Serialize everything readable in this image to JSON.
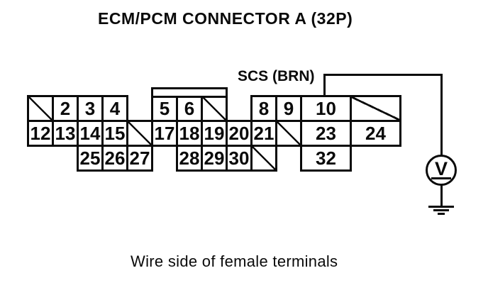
{
  "title": "ECM/PCM CONNECTOR A (32P)",
  "caption": "Wire side of female terminals",
  "wire": {
    "label": "SCS (BRN)",
    "from_pin": "10"
  },
  "meter": {
    "symbol": "V"
  },
  "colors": {
    "line": "#0a0a0a",
    "background": "#ffffff"
  },
  "connector": {
    "cells": [
      {
        "label": "",
        "empty": true,
        "row": 1,
        "col": 1,
        "span": 1
      },
      {
        "label": "2",
        "empty": false,
        "row": 1,
        "col": 2,
        "span": 1
      },
      {
        "label": "3",
        "empty": false,
        "row": 1,
        "col": 3,
        "span": 1
      },
      {
        "label": "4",
        "empty": false,
        "row": 1,
        "col": 4,
        "span": 1
      },
      {
        "label": "5",
        "empty": false,
        "row": 1,
        "col": 6,
        "span": 1
      },
      {
        "label": "6",
        "empty": false,
        "row": 1,
        "col": 7,
        "span": 1
      },
      {
        "label": "",
        "empty": true,
        "row": 1,
        "col": 8,
        "span": 1
      },
      {
        "label": "8",
        "empty": false,
        "row": 1,
        "col": 10,
        "span": 1
      },
      {
        "label": "9",
        "empty": false,
        "row": 1,
        "col": 11,
        "span": 1
      },
      {
        "label": "10",
        "empty": false,
        "row": 1,
        "col": 12,
        "span": 2
      },
      {
        "label": "",
        "empty": true,
        "row": 1,
        "col": 14,
        "span": 2
      },
      {
        "label": "12",
        "empty": false,
        "row": 2,
        "col": 1,
        "span": 1
      },
      {
        "label": "13",
        "empty": false,
        "row": 2,
        "col": 2,
        "span": 1
      },
      {
        "label": "14",
        "empty": false,
        "row": 2,
        "col": 3,
        "span": 1
      },
      {
        "label": "15",
        "empty": false,
        "row": 2,
        "col": 4,
        "span": 1
      },
      {
        "label": "",
        "empty": true,
        "row": 2,
        "col": 5,
        "span": 1
      },
      {
        "label": "17",
        "empty": false,
        "row": 2,
        "col": 6,
        "span": 1
      },
      {
        "label": "18",
        "empty": false,
        "row": 2,
        "col": 7,
        "span": 1
      },
      {
        "label": "19",
        "empty": false,
        "row": 2,
        "col": 8,
        "span": 1
      },
      {
        "label": "20",
        "empty": false,
        "row": 2,
        "col": 9,
        "span": 1
      },
      {
        "label": "21",
        "empty": false,
        "row": 2,
        "col": 10,
        "span": 1
      },
      {
        "label": "",
        "empty": true,
        "row": 2,
        "col": 11,
        "span": 1
      },
      {
        "label": "23",
        "empty": false,
        "row": 2,
        "col": 12,
        "span": 2
      },
      {
        "label": "24",
        "empty": false,
        "row": 2,
        "col": 14,
        "span": 2
      },
      {
        "label": "25",
        "empty": false,
        "row": 3,
        "col": 3,
        "span": 1
      },
      {
        "label": "26",
        "empty": false,
        "row": 3,
        "col": 4,
        "span": 1
      },
      {
        "label": "27",
        "empty": false,
        "row": 3,
        "col": 5,
        "span": 1
      },
      {
        "label": "28",
        "empty": false,
        "row": 3,
        "col": 7,
        "span": 1
      },
      {
        "label": "29",
        "empty": false,
        "row": 3,
        "col": 8,
        "span": 1
      },
      {
        "label": "30",
        "empty": false,
        "row": 3,
        "col": 9,
        "span": 1
      },
      {
        "label": "",
        "empty": true,
        "row": 3,
        "col": 10,
        "span": 1
      },
      {
        "label": "32",
        "empty": false,
        "row": 3,
        "col": 12,
        "span": 2
      }
    ]
  }
}
